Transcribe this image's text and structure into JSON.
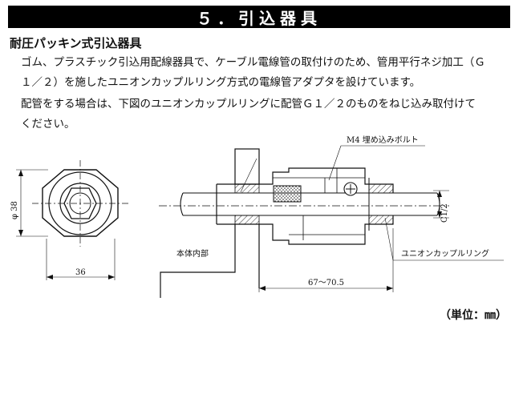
{
  "header": {
    "title": "５．引込器具"
  },
  "section": {
    "heading": "耐圧パッキン式引込器具"
  },
  "paragraph1": {
    "line1": "ゴム、プラスチック引込用配線器具で、ケーブル電線管の取付けのため、管用平行ネジ加工（Ｇ",
    "line2": "１／２）を施したユニオンカップルリング方式の電線管アダプタを設けています。"
  },
  "paragraph2": {
    "line1": "配管をする場合は、下図のユニオンカップルリングに配管Ｇ１／２のものをねじ込み取付けて",
    "line2": "ください。"
  },
  "figure": {
    "bolt_label": "M4 埋め込みボルト",
    "diameter_label": "φ 38",
    "width_label": "36",
    "body_label": "本体内部",
    "length_label": "67～70.5",
    "thread_label": "C1/2",
    "ring_label": "ユニオンカップルリング"
  },
  "footer": {
    "unit": "（単位：㎜）"
  }
}
